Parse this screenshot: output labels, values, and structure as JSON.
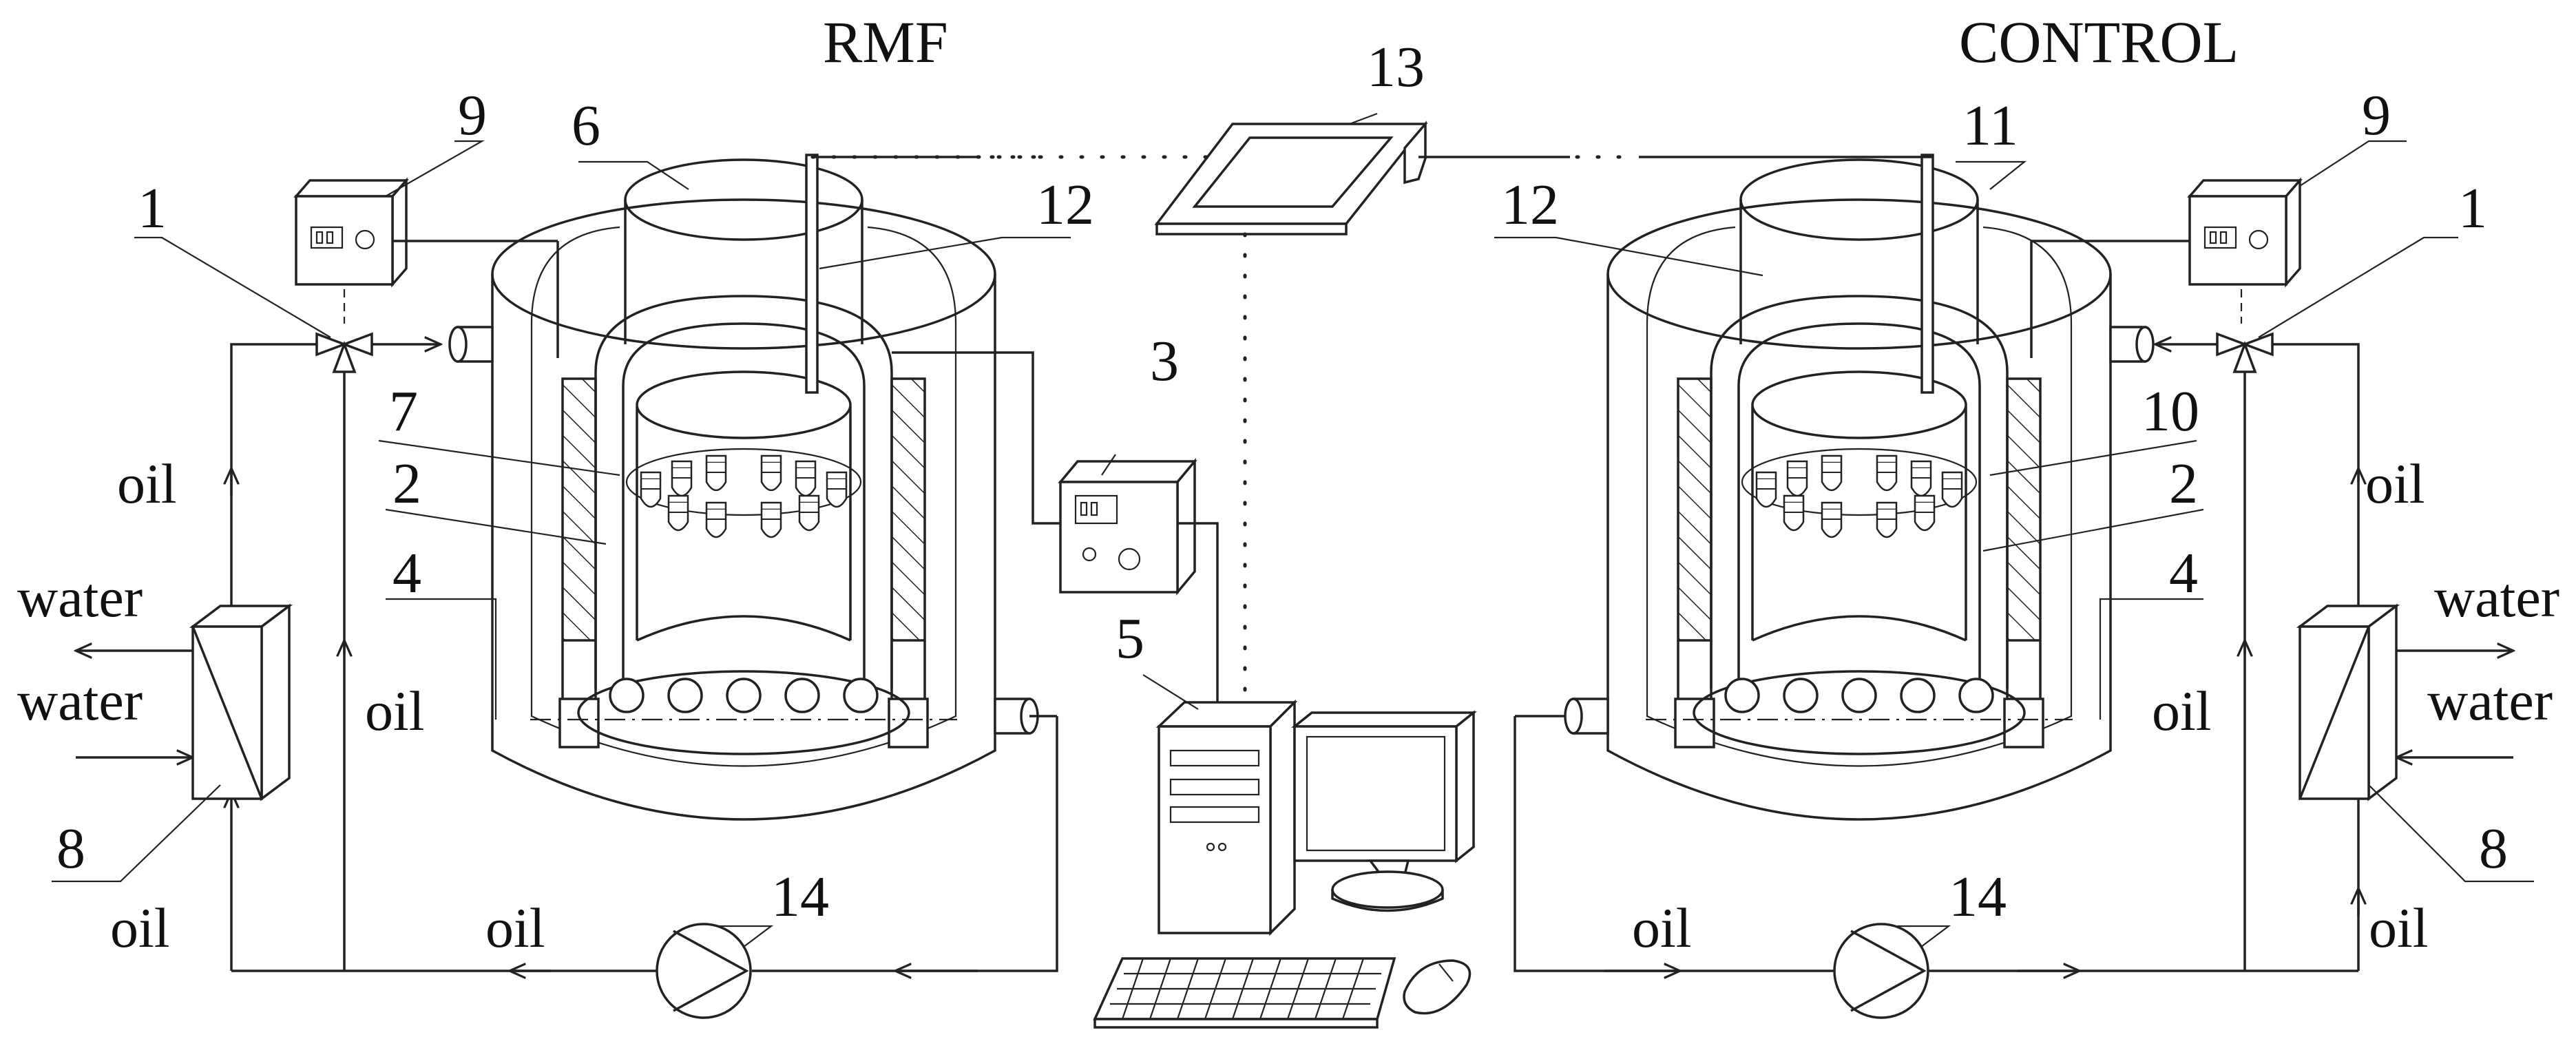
{
  "titles": {
    "left": "RMF",
    "right": "CONTROL"
  },
  "numbers": {
    "valve_left": "1",
    "valve_right": "1",
    "coil_left": "2",
    "coil_right": "2",
    "controller": "3",
    "support_left": "4",
    "support_right": "4",
    "computer": "5",
    "vessel_left": "6",
    "vessel_right": "11",
    "samples_left": "7",
    "samples_right": "10",
    "exchanger_left": "8",
    "exchanger_right": "8",
    "box_left": "9",
    "box_right": "9",
    "probe_left": "12",
    "probe_right": "12",
    "monitor_top": "13",
    "pump_left": "14",
    "pump_right": "14"
  },
  "flow_labels": {
    "oil_left_upper": "oil",
    "water_left_out": "water",
    "water_left_in": "water",
    "oil_left_lower": "oil",
    "oil_left_bypass": "oil",
    "oil_left_pump": "oil",
    "oil_right_upper": "oil",
    "water_right_out": "water",
    "water_right_in": "water",
    "oil_right_lower": "oil",
    "oil_right_bypass": "oil",
    "oil_right_pump": "oil"
  },
  "icons": [
    "valve-icon",
    "heat-exchanger-icon",
    "pump-icon",
    "computer-icon",
    "thermostat-icon",
    "tablet-icon"
  ]
}
